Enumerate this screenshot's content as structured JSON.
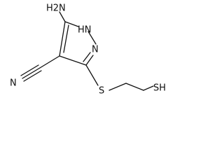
{
  "molecule": {
    "atoms": {
      "h2n": "H2N",
      "nh": "HN",
      "n_ring": "N",
      "n_nitrile": "N",
      "s_thioether": "S",
      "sh": "SH"
    }
  }
}
